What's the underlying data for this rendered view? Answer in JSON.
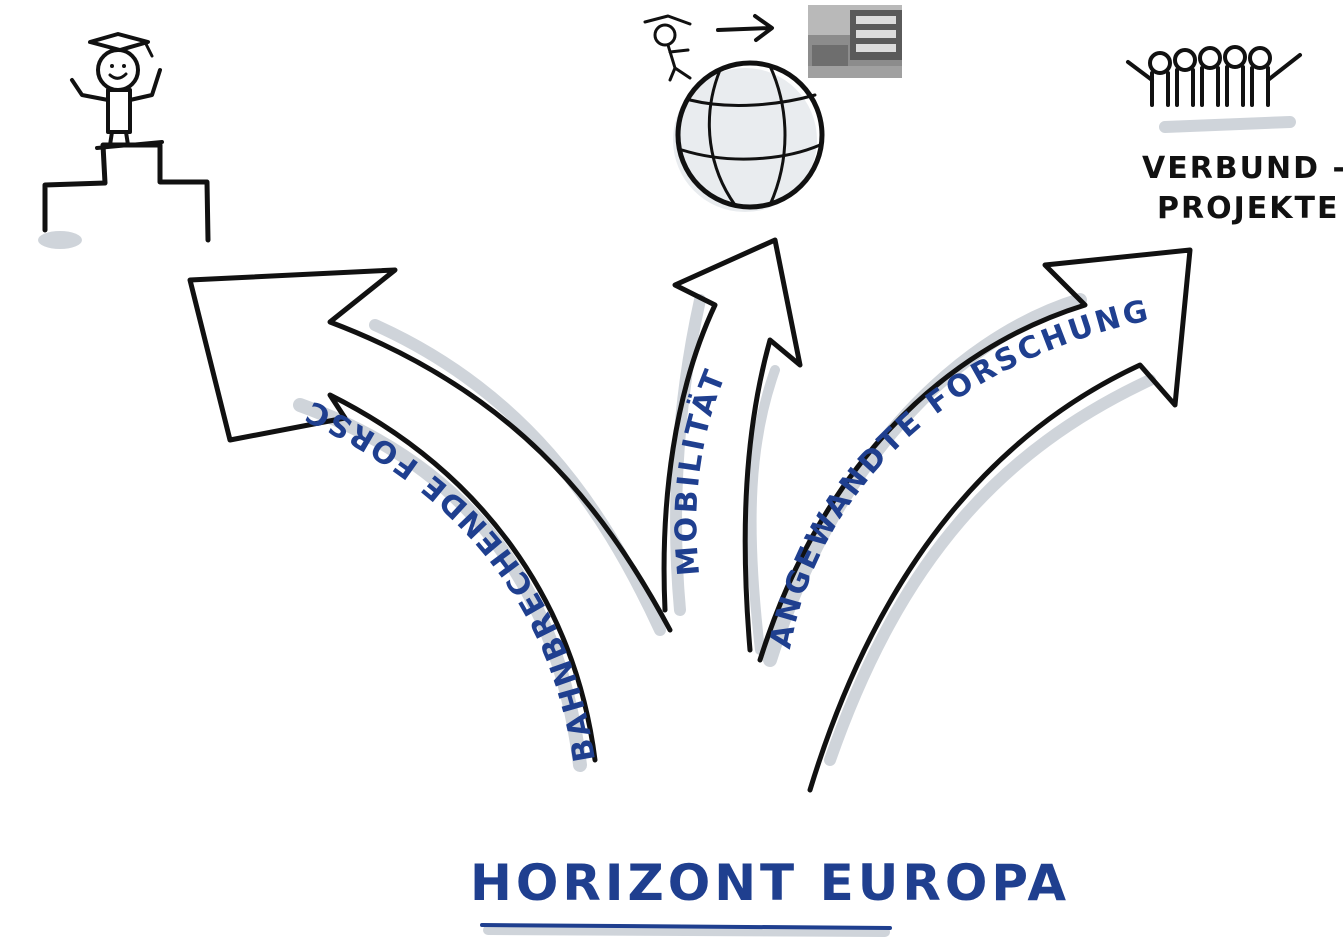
{
  "title": "HORIZONT EUROPA",
  "arrows": {
    "left_label": "BAHNBRECHENDE FORSCHUNG",
    "middle_label": "MOBILITÄT",
    "right_label": "ANGEWANDTE FORSCHUNG"
  },
  "groups": {
    "right_label_line1": "VERBUND -",
    "right_label_line2": "PROJEKTE"
  },
  "colors": {
    "ink": "#111111",
    "accent_blue": "#1f3f8f",
    "shadow_gray": "#cfd4da"
  }
}
